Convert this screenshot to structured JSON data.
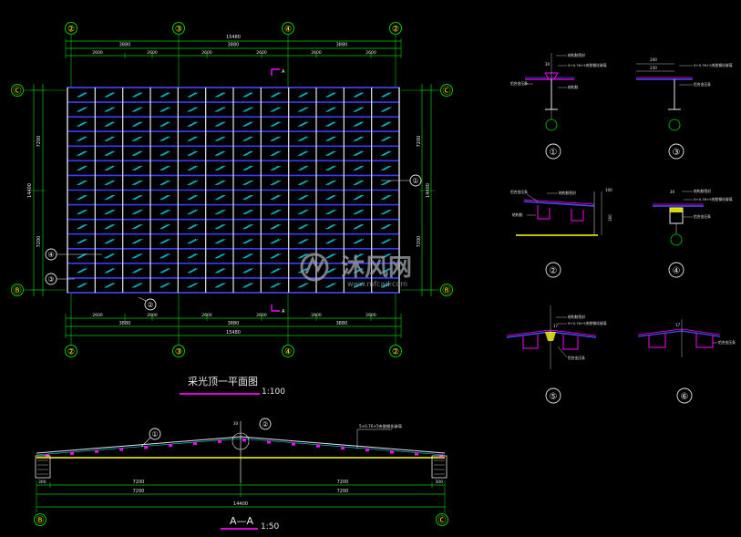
{
  "colors": {
    "background": "#000000",
    "axis_green": "#00cc00",
    "dim_white": "#e8e8e8",
    "purlin_blue": "#3a3aff",
    "glass_cyan": "#00e5ff",
    "accent_magenta": "#ff00ff",
    "beam_yellow": "#ffff00",
    "label_white": "#ffffff",
    "watermark": "#9aa0a6"
  },
  "plan": {
    "title": "采光顶一平面图",
    "scale": "1:100",
    "axes_top": [
      "②",
      "③",
      "④",
      "②"
    ],
    "axes_bottom": [
      "②",
      "③",
      "④",
      "②"
    ],
    "axes_left": [
      "Ⓒ",
      "Ⓑ"
    ],
    "axes_right": [
      "Ⓒ",
      "Ⓑ"
    ],
    "dim_top_total": "15480",
    "dim_top_bays": [
      "3880",
      "3880",
      "3880"
    ],
    "dim_top_sub": [
      "2600",
      "2600",
      "2600",
      "2600",
      "2600",
      "2600"
    ],
    "dim_bottom_total": "15480",
    "dim_bottom_bays": [
      "3880",
      "3880",
      "3880"
    ],
    "dim_bottom_sub": [
      "2600",
      "2600",
      "2600",
      "2600",
      "2600",
      "2600"
    ],
    "dim_left_total": "14400",
    "dim_left_parts": [
      "7200",
      "7200"
    ],
    "dim_right_total": "14400",
    "dim_right_parts": [
      "7200",
      "7200"
    ],
    "section_mark": "A",
    "callouts": [
      "④",
      "③",
      "②",
      "①"
    ]
  },
  "section": {
    "title": "A—A",
    "scale": "1:50",
    "dim_parts": [
      "7200",
      "7200"
    ],
    "dim_sub": [
      "7200",
      "7200"
    ],
    "dim_total": "14400",
    "edge_dims": [
      "300",
      "300"
    ],
    "axes": [
      "Ⓑ",
      "Ⓒ"
    ],
    "callouts": [
      "①",
      "②"
    ],
    "note": "5+0.76+5夹胶钢化玻璃",
    "height_mark": "30"
  },
  "details": [
    {
      "id": "①",
      "labels": [
        "结构胶密封",
        "5+0.76+5夹胶钢化玻璃",
        "铝合金压条",
        "结构胶"
      ],
      "dims": [
        "30"
      ]
    },
    {
      "id": "③",
      "labels": [
        "5+0.76+5夹胶钢化玻璃",
        "铝合金压条"
      ],
      "dims": [
        "240",
        "230"
      ]
    },
    {
      "id": "②",
      "labels": [
        "结构胶密封",
        "铝合金压条",
        "结构胶"
      ],
      "dims": [
        "100",
        "160"
      ]
    },
    {
      "id": "④",
      "labels": [
        "结构胶密封",
        "5+0.76+5夹胶钢化玻璃",
        "铝合金压条"
      ],
      "dims": [
        "30"
      ]
    },
    {
      "id": "⑤",
      "labels": [
        "结构胶密封",
        "5+0.76+5夹胶钢化玻璃",
        "铝合金压条"
      ],
      "dims": [
        "17"
      ]
    },
    {
      "id": "⑥",
      "labels": [
        "铝合金压条"
      ],
      "dims": [
        "17"
      ]
    }
  ],
  "watermark": {
    "brand_cn": "沐风网",
    "brand_url": "www.mfcad.com"
  }
}
